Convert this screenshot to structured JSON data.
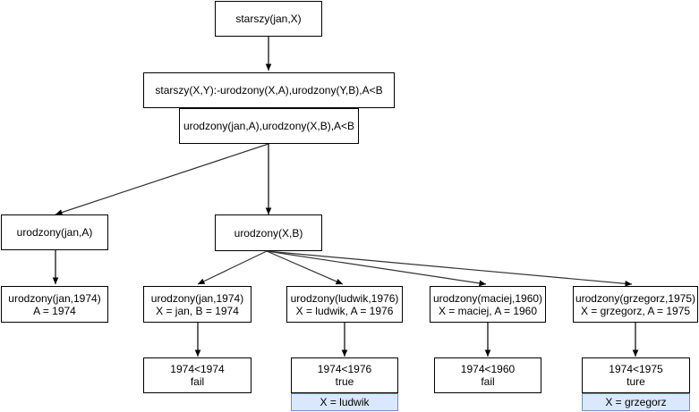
{
  "colors": {
    "stroke": "#000000",
    "edge": "#333333",
    "result_fill": "#dae8fc",
    "result_border": "#6c8ebf"
  },
  "nodes": {
    "query": "starszy(jan,X)",
    "rule": "starszy(X,Y):-urodzony(X,A),urodzony(Y,B),A<B",
    "subgoals": "urodzony(jan,A),urodzony(X,B),A<B",
    "left_goal": "urodzony(jan,A)",
    "right_goal": "urodzony(X,B)",
    "left_fact": {
      "line1": "urodzony(jan,1974)",
      "line2": "A = 1974"
    },
    "branches": [
      {
        "fact": "urodzony(jan,1974)",
        "binding": "X = jan, B = 1974",
        "test": "1974<1974",
        "outcome": "fail",
        "answer": ""
      },
      {
        "fact": "urodzony(ludwik,1976)",
        "binding": "X = ludwik, A = 1976",
        "test": "1974<1976",
        "outcome": "true",
        "answer": "X = ludwik"
      },
      {
        "fact": "urodzony(maciej,1960)",
        "binding": "X = maciej, A = 1960",
        "test": "1974<1960",
        "outcome": "fail",
        "answer": ""
      },
      {
        "fact": "urodzony(grzegorz,1975)",
        "binding": "X = grzegorz, A = 1975",
        "test": "1974<1975",
        "outcome": "ture",
        "answer": "X = grzegorz"
      }
    ]
  }
}
